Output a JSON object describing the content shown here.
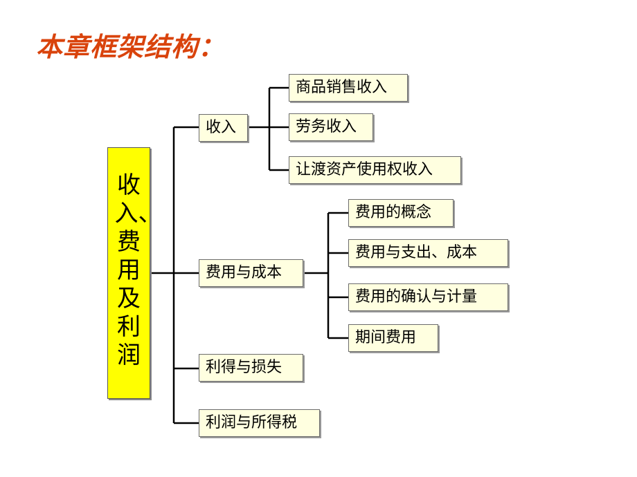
{
  "title": "本章框架结构：",
  "root": {
    "label": "收入、费用及利润"
  },
  "branches": [
    {
      "label": "收入",
      "children": [
        "商品销售收入",
        "劳务收入",
        "让渡资产使用权收入"
      ]
    },
    {
      "label": "费用与成本",
      "children": [
        "费用的概念",
        "费用与支出、成本",
        "费用的确认与计量",
        "期间费用"
      ]
    },
    {
      "label": "利得与损失",
      "children": []
    },
    {
      "label": "利润与所得税",
      "children": []
    }
  ],
  "colors": {
    "title": "#d9430c",
    "root_fill": "#ffff00",
    "box_fill": "#ffffe0",
    "connector": "#000000"
  }
}
